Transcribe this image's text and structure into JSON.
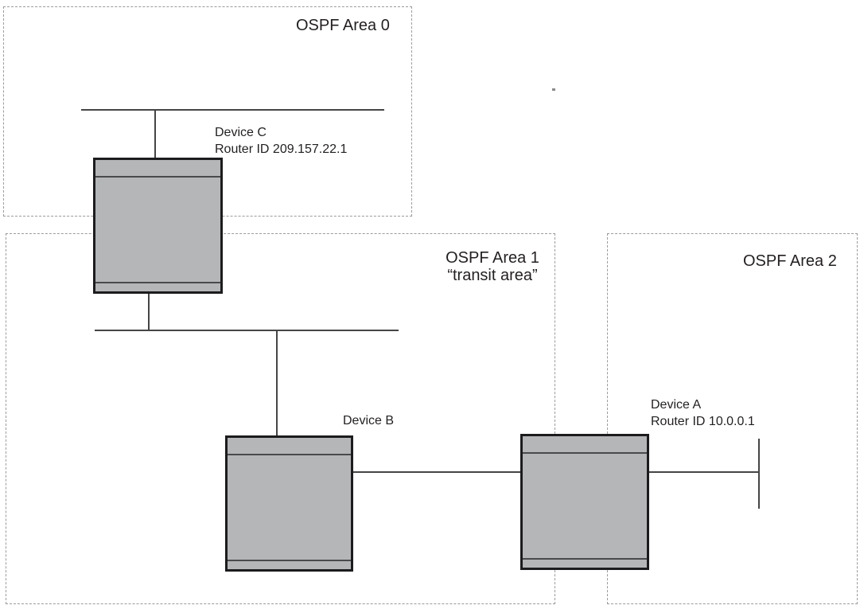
{
  "areas": {
    "area0": {
      "label": "OSPF Area 0"
    },
    "area1": {
      "label": "OSPF Area 1",
      "sublabel": "“transit area”"
    },
    "area2": {
      "label": "OSPF Area 2"
    }
  },
  "devices": {
    "deviceC": {
      "name": "Device C",
      "router_id": "Router ID 209.157.22.1"
    },
    "deviceB": {
      "name": "Device B"
    },
    "deviceA": {
      "name": "Device A",
      "router_id": "Router ID 10.0.0.1"
    }
  },
  "colors": {
    "device_fill": "#b4b6b8",
    "device_border": "#1c1c1e",
    "link_line": "#454545",
    "inner_line": "#4a4a4c",
    "area_border": "#9b9b9b",
    "text": "#231f20",
    "background": "#ffffff"
  }
}
